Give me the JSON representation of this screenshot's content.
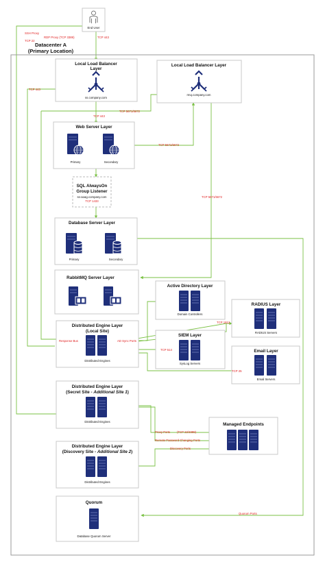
{
  "end_user": {
    "label": "End User"
  },
  "datacenter": {
    "title_line1": "Datacenter A",
    "title_line2": "(Primary Location)"
  },
  "llb_left": {
    "title_line1": "Local Load Balancer",
    "title_line2": "Layer",
    "host": "ss.company.com"
  },
  "llb_right": {
    "title": "Local Load Balancer Layer",
    "host": "rmq.company.com"
  },
  "web": {
    "title": "Web Server Layer",
    "primary": "Primary",
    "secondary": "Secondary"
  },
  "sql": {
    "line1": "SQL AlwaysOn",
    "line2": "Group Listener",
    "host": "ss-aoag.company.com",
    "port": "TCP 1433"
  },
  "db": {
    "title": "Database Server Layer",
    "primary": "Primary",
    "secondary": "Secondary"
  },
  "rmq": {
    "title": "RabbitMQ Server Layer"
  },
  "ad": {
    "title": "Active Directory Layer",
    "caption": "Domain Controllers"
  },
  "radius": {
    "title": "RADIUS Layer",
    "caption": "RADIUS Servers"
  },
  "de_local": {
    "title_line1": "Distributed Engine Layer",
    "title_line2": "(Local Site)",
    "caption": "Distributed Engines"
  },
  "siem": {
    "title": "SIEM Layer",
    "caption": "SysLog Servers"
  },
  "email": {
    "title": "Email Layer",
    "caption": "Email Servers"
  },
  "de_secret": {
    "title_line1": "Distributed Engine Layer",
    "title_line2_plain": "(Secret Site - ",
    "title_line2_italic": "Additional Site 1",
    "title_line2_end": ")",
    "caption": "Distributed Engines"
  },
  "managed": {
    "title": "Managed Endpoints"
  },
  "de_discovery": {
    "title_line1": "Distributed Engine Layer",
    "title_line2_plain": "(Discovery Site - ",
    "title_line2_italic": "Additional Site 2",
    "title_line2_end": ")",
    "caption": "Distributed Engines"
  },
  "quorum": {
    "title": "Quorum",
    "caption": "Database Quorum Server"
  },
  "ports": {
    "ssh_proxy": "SSH Proxy",
    "rdp_proxy": "RDP Proxy (TCP 3389)",
    "tcp22": "TCP 22",
    "tcp443_top": "TCP 443",
    "tcp443_left": "TCP 443",
    "tcp443_web": "TCP 443",
    "tcp5671_a": "TCP 5671/5672",
    "tcp5671_b": "TCP 5671/5672",
    "tcp5671_c": "TCP 5671/5672",
    "tcp1433": "TCP 1433",
    "tcp1812": "TCP 1812",
    "response_bus": "Response Bus",
    "ad_sync": "AD Sync Ports",
    "tcp514": "TCP 514",
    "tcp25": "TCP 25",
    "proxy_ports": "Proxy Ports",
    "tcp22_3389": "(TCP 22/3389)",
    "remote_pw": "Remote Password Changing Ports",
    "discovery_ports": "Discovery Ports",
    "quorum_ports": "Quorum Ports"
  },
  "colors": {
    "connector": "#7ac143",
    "port_label": "#e02020",
    "server": "#1f2f7a",
    "border": "#c8c8c8"
  }
}
